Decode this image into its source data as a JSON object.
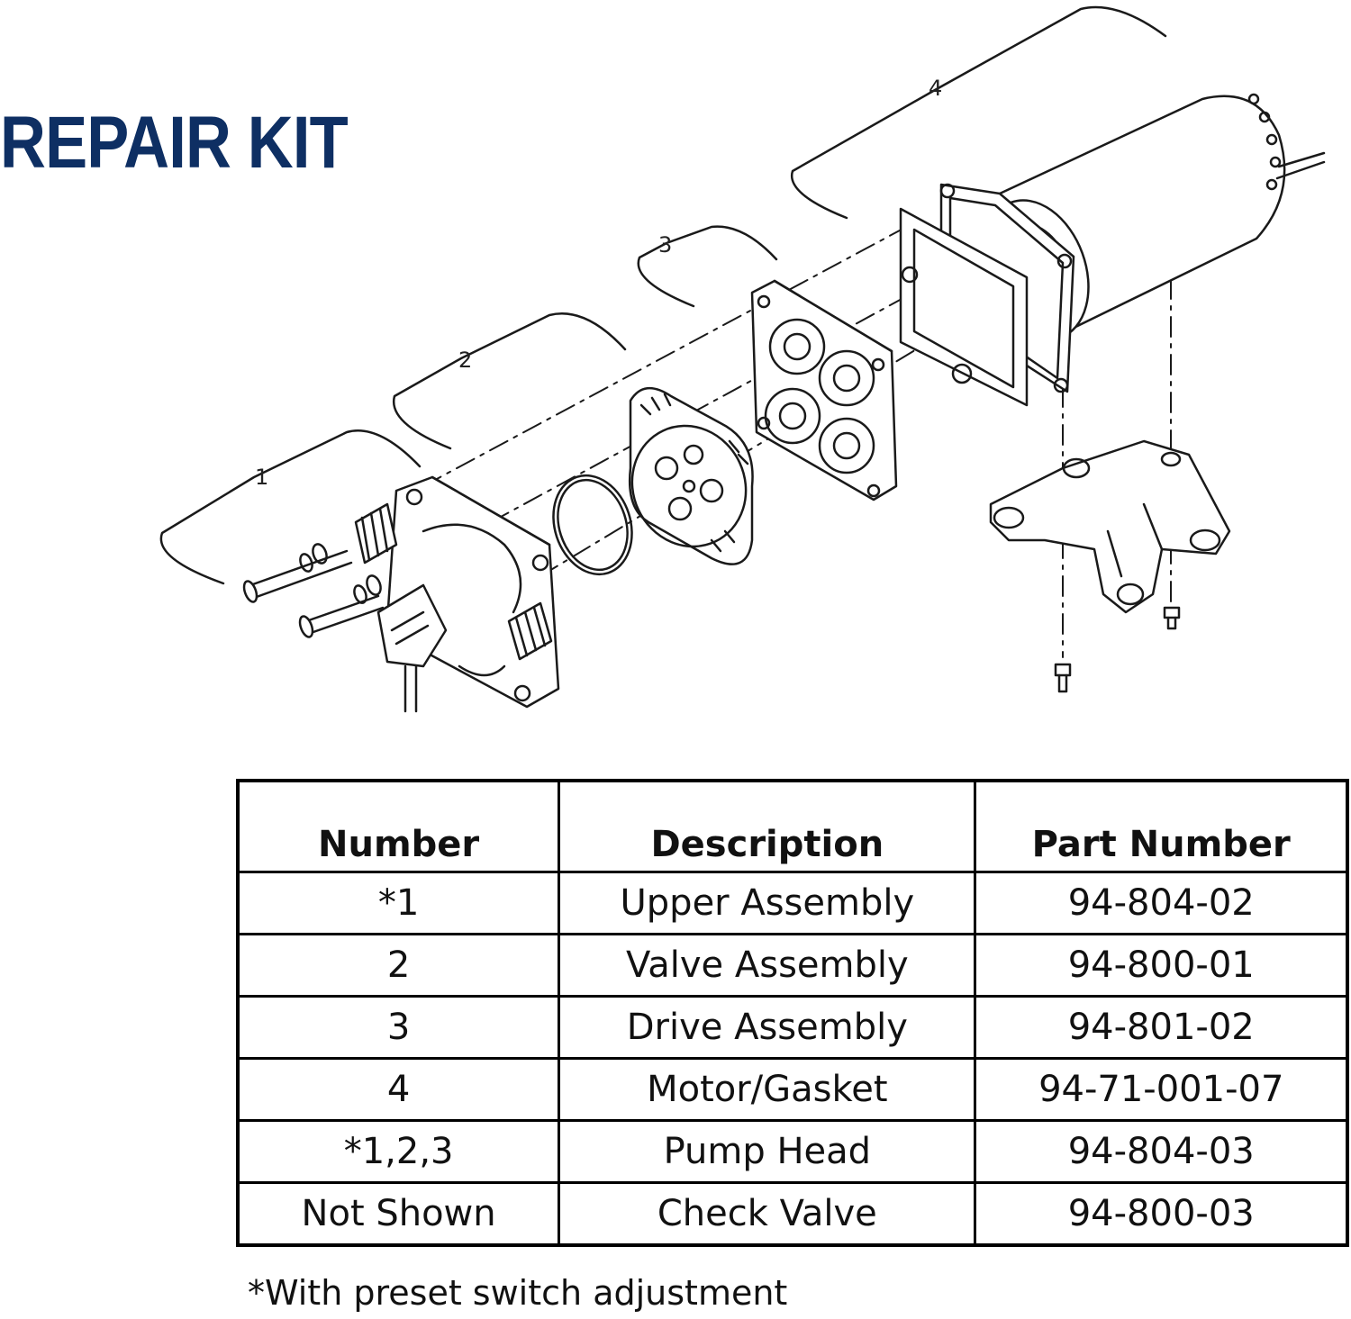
{
  "header": {
    "title": "REPAIR KIT"
  },
  "diagram": {
    "callouts": [
      "1",
      "2",
      "3",
      "4"
    ]
  },
  "table": {
    "headers": [
      "Number",
      "Description",
      "Part Number"
    ],
    "rows": [
      [
        "*1",
        "Upper Assembly",
        "94-804-02"
      ],
      [
        "2",
        "Valve Assembly",
        "94-800-01"
      ],
      [
        "3",
        "Drive Assembly",
        "94-801-02"
      ],
      [
        "4",
        "Motor/Gasket",
        "94-71-001-07"
      ],
      [
        "*1,2,3",
        "Pump Head",
        "94-804-03"
      ],
      [
        "Not Shown",
        "Check Valve",
        "94-800-03"
      ]
    ]
  },
  "footnote": "*With preset switch adjustment",
  "colors": {
    "title": "#0e2f63",
    "line": "#1a1a1a"
  }
}
